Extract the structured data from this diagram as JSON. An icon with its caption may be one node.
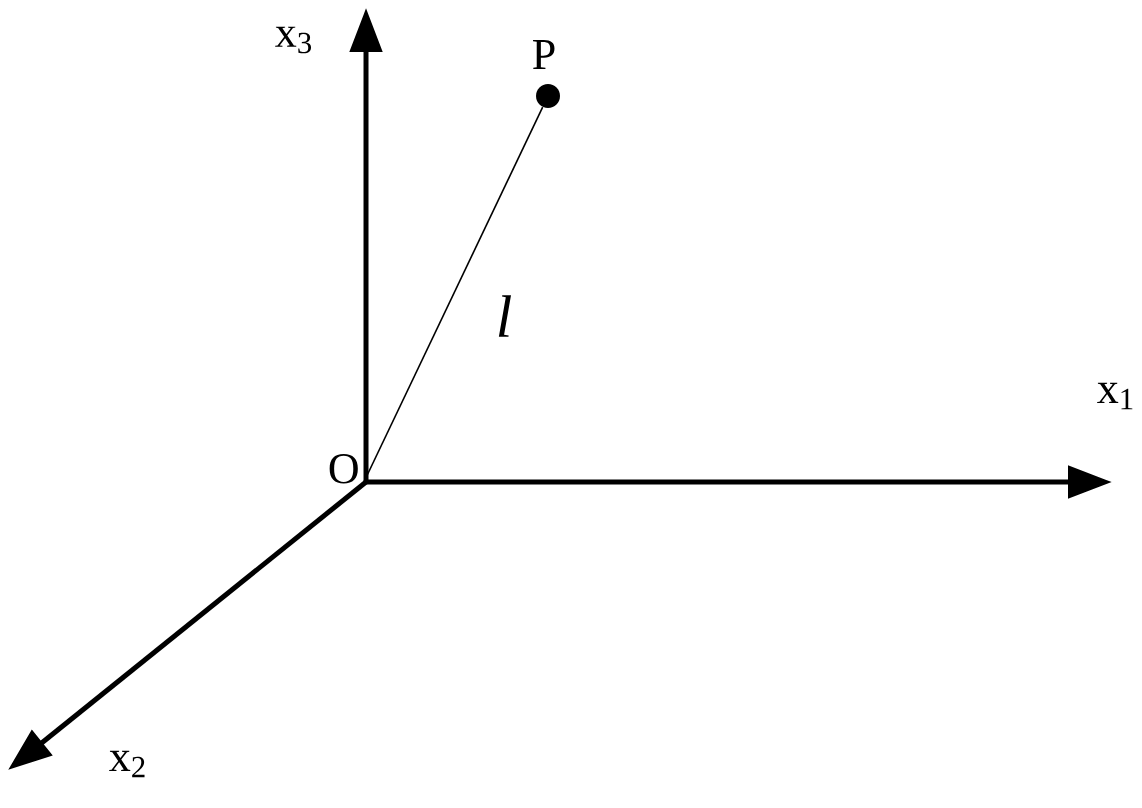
{
  "diagram": {
    "nodes": [
      {
        "text": [
          "O"
        ]
      },
      {
        "text": [],
        "shape": "circle",
        "beside": [
          "P"
        ]
      }
    ],
    "edges": [
      {
        "from": 0,
        "to": 1,
        "arrow": "none",
        "label": "l"
      }
    ],
    "labels": [
      "x$_{3}$",
      "x$_{1}$",
      "x$_{2}$"
    ]
  }
}
